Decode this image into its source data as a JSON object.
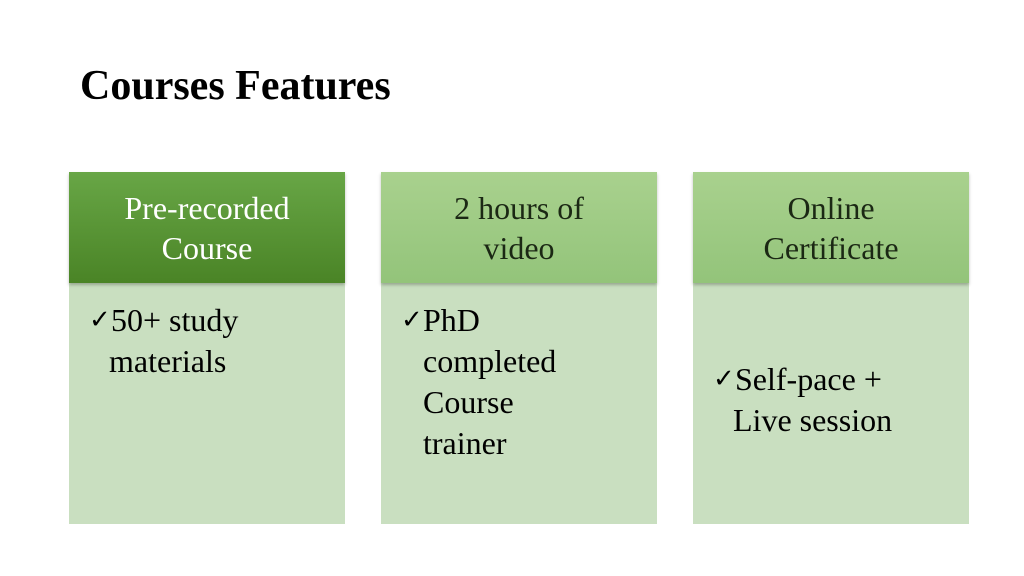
{
  "slide": {
    "title": "Courses Features"
  },
  "cards": [
    {
      "header_lines": [
        "Pre-recorded",
        "Course"
      ],
      "bullet_lines": [
        "50+ study",
        "materials"
      ]
    },
    {
      "header_lines": [
        "2 hours of",
        "video"
      ],
      "bullet_lines": [
        "PhD",
        "completed",
        "Course",
        "trainer"
      ]
    },
    {
      "header_lines": [
        "Online",
        "Certificate"
      ],
      "bullet_lines": [
        "Self-pace +",
        "Live session"
      ]
    }
  ],
  "colors": {
    "header_dark": "#4a8426",
    "header_light": "#a9d18e",
    "body_fill": "#c9dfc0"
  },
  "icons": {
    "bullet": "check-mark-icon"
  }
}
